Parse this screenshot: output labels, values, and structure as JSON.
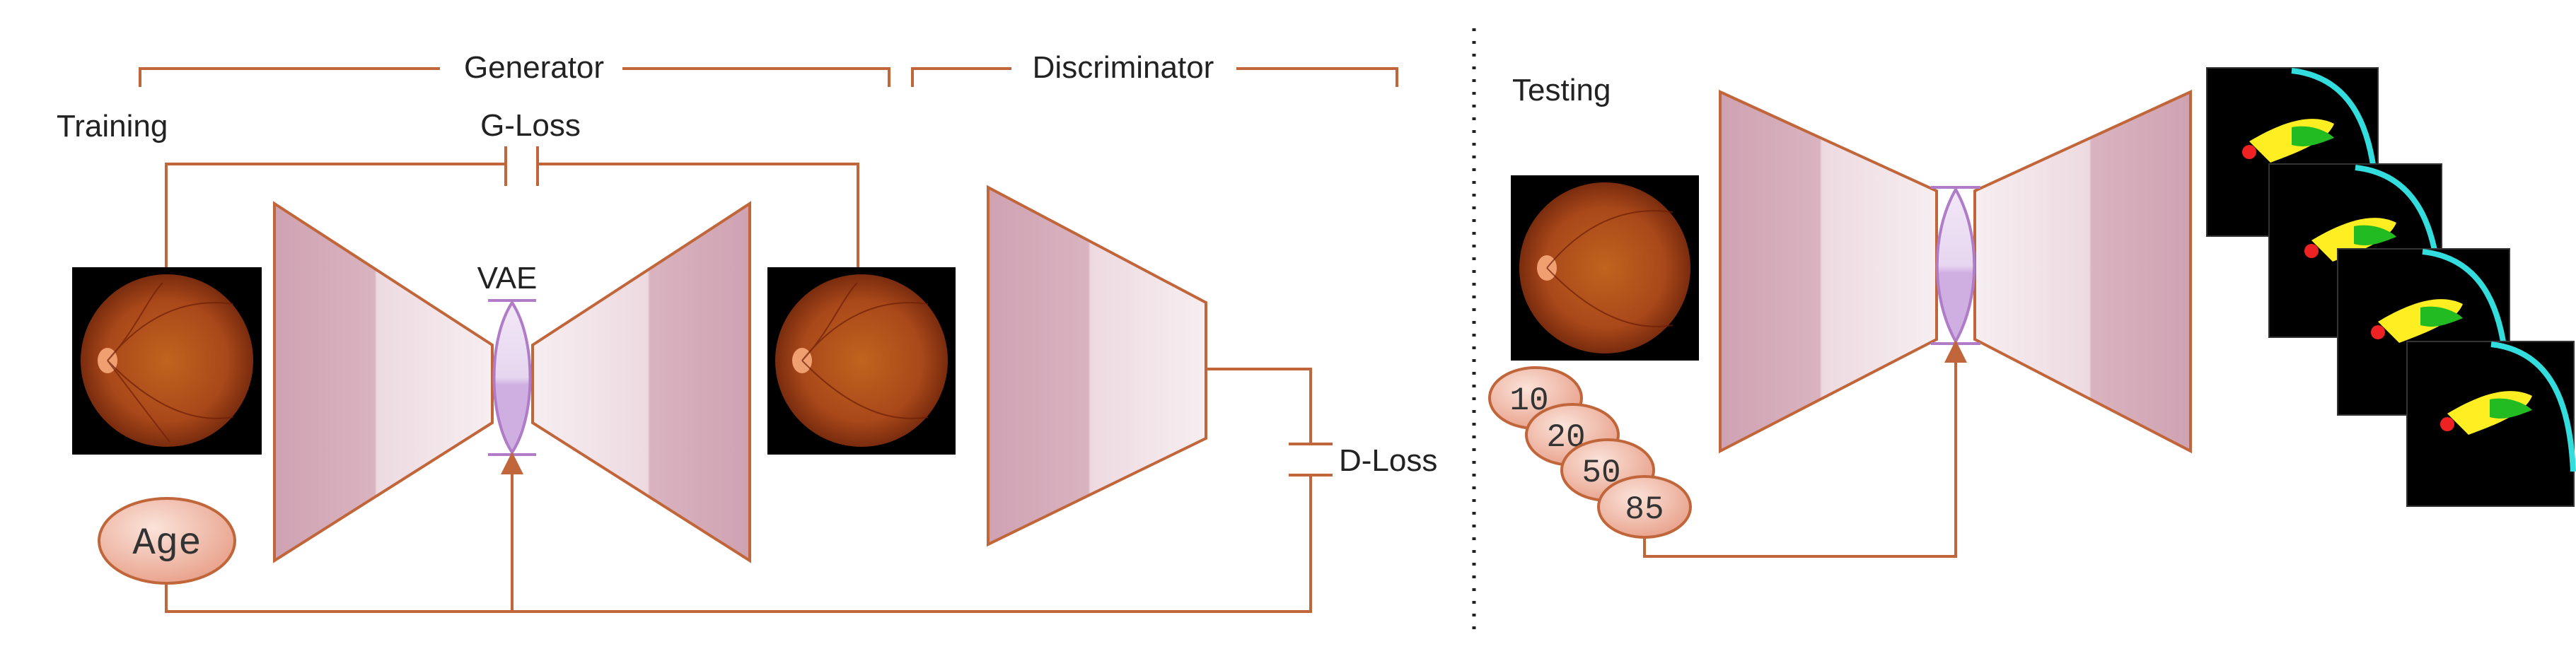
{
  "labels": {
    "generator": "Generator",
    "discriminator": "Discriminator",
    "training": "Training",
    "g_loss": "G-Loss",
    "vae": "VAE",
    "d_loss": "D-Loss",
    "age": "Age",
    "testing": "Testing"
  },
  "ages": [
    "10",
    "20",
    "50",
    "85"
  ],
  "colors": {
    "line": "#c0663a",
    "trap_border": "#c0663a",
    "trap_fill_dark": "#d2a5b3",
    "trap_fill_light": "#f3e8ec",
    "vae_stroke": "#b07cc8",
    "vae_fill": "#d7bde6",
    "ellipse_fill_light": "#fbe3da",
    "ellipse_fill_dark": "#e8a08a",
    "fundus_center": "#c0641e",
    "fundus_edge": "#7a2c0e",
    "heat_yellow": "#ffee22",
    "heat_green": "#22bb22",
    "heat_red": "#ee2222",
    "heat_cyan": "#33dddd"
  },
  "icons": [
    "fundus-image",
    "age-heatmap",
    "vae-latent-bottleneck"
  ]
}
